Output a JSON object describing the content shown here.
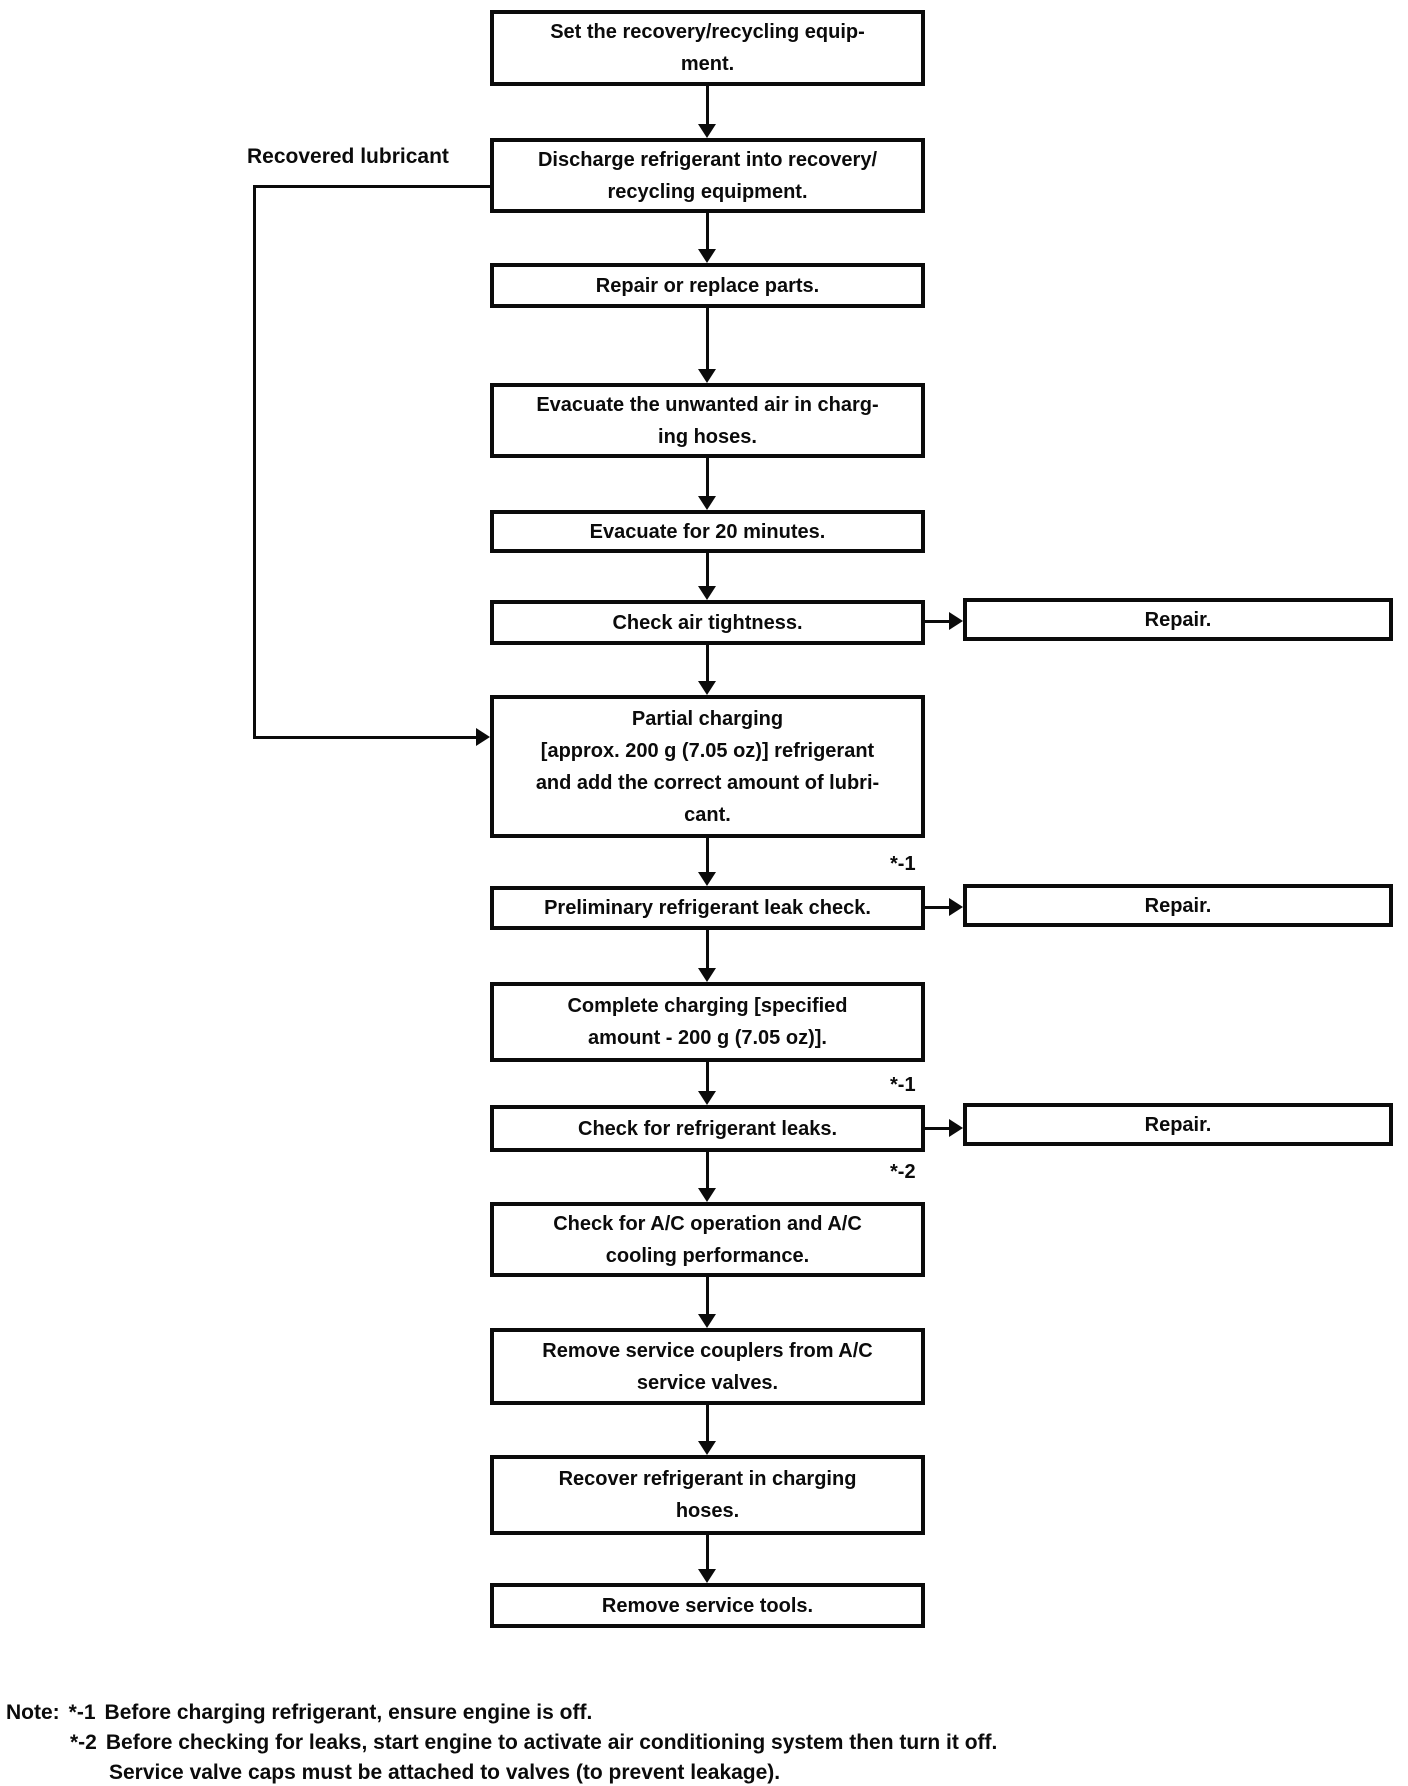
{
  "diagram": {
    "lubricant_label": "Recovered lubricant",
    "repair_label": "Repair.",
    "marker_1": "*-1",
    "marker_2": "*-2",
    "steps": [
      {
        "id": "set-equipment",
        "text": "Set the recovery/recycling equip-\nment."
      },
      {
        "id": "discharge-refrigerant",
        "text": "Discharge refrigerant into recovery/\nrecycling equipment."
      },
      {
        "id": "repair-replace-parts",
        "text": "Repair or replace parts."
      },
      {
        "id": "evacuate-unwanted-air",
        "text": "Evacuate the unwanted air in charg-\ning hoses."
      },
      {
        "id": "evacuate-20-minutes",
        "text": "Evacuate for 20 minutes."
      },
      {
        "id": "check-air-tightness",
        "text": "Check air tightness."
      },
      {
        "id": "partial-charging",
        "text": "Partial charging\n[approx. 200 g (7.05 oz)] refrigerant\nand add the correct amount of lubri-\ncant."
      },
      {
        "id": "preliminary-leak-check",
        "text": "Preliminary refrigerant leak check."
      },
      {
        "id": "complete-charging",
        "text": "Complete charging [specified\namount - 200 g (7.05 oz)]."
      },
      {
        "id": "check-refrigerant-leaks",
        "text": "Check for refrigerant leaks."
      },
      {
        "id": "check-ac-operation",
        "text": "Check for A/C operation and A/C\ncooling performance."
      },
      {
        "id": "remove-service-couplers",
        "text": "Remove service couplers from A/C\nservice valves."
      },
      {
        "id": "recover-refrigerant",
        "text": "Recover refrigerant in charging\nhoses."
      },
      {
        "id": "remove-service-tools",
        "text": "Remove service tools."
      }
    ],
    "note": {
      "label": "Note:",
      "line1_marker": "*-1",
      "line1": "Before charging refrigerant, ensure engine is off.",
      "line2_marker": "*-2",
      "line2": "Before checking for leaks, start engine to activate air conditioning system then turn it off.",
      "line3": "Service valve caps must be attached to valves (to prevent leakage)."
    }
  }
}
